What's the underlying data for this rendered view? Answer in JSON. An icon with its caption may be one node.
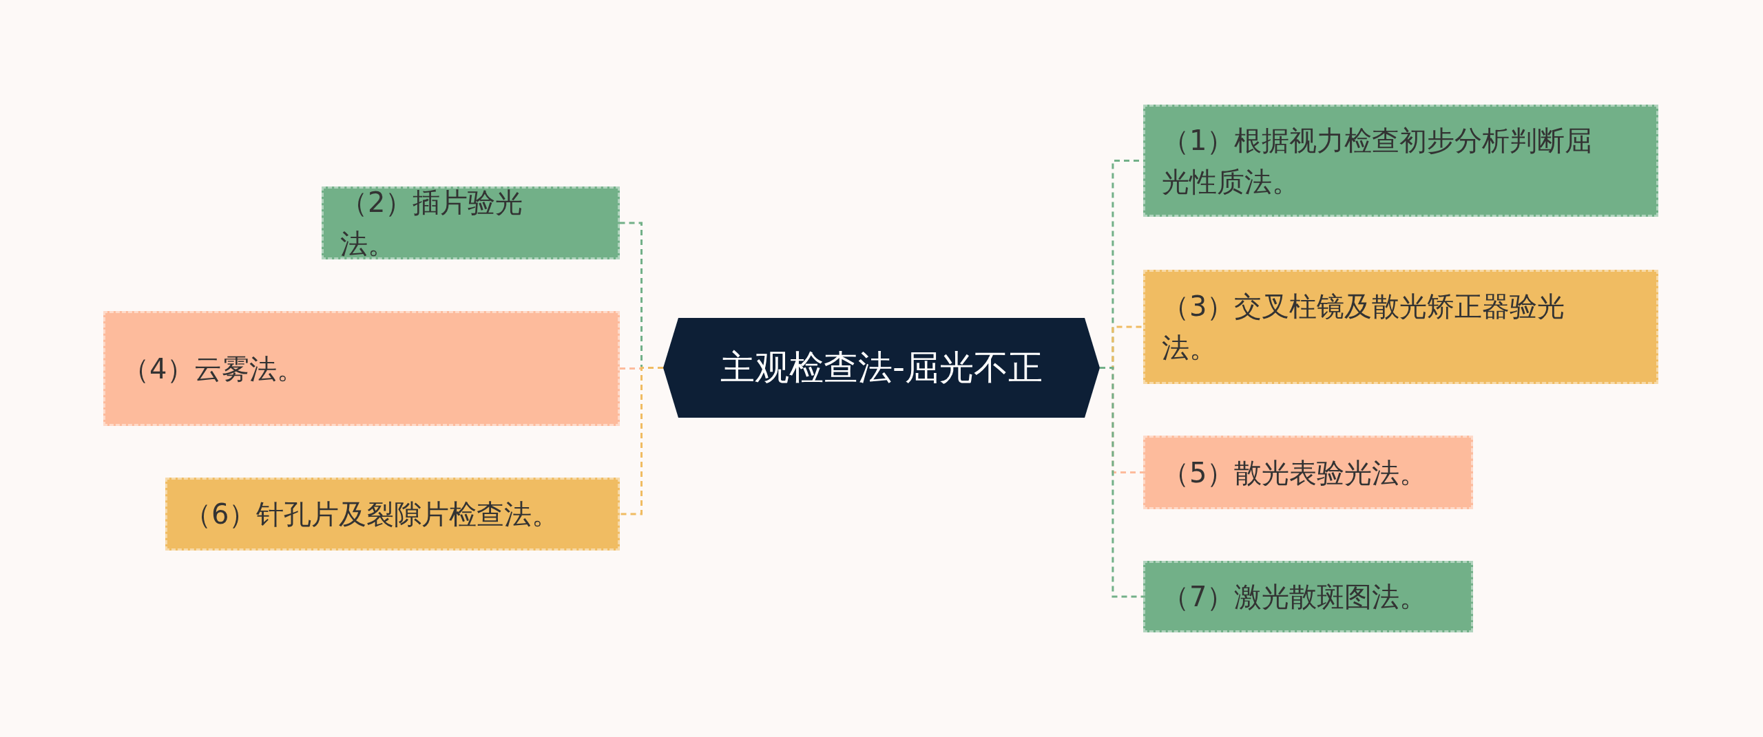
{
  "diagram": {
    "nodes": [
      {
        "text": [
          "主观检查法-屈光不正"
        ]
      },
      {
        "text": [
          "（1）根据视力检查初步分析判断屈光性质法。"
        ]
      },
      {
        "text": [
          "（2）插片验光法。"
        ]
      },
      {
        "text": [
          "（3）交叉柱镜及散光矫正器验光法。"
        ]
      },
      {
        "text": [
          "（4）云雾法。"
        ]
      },
      {
        "text": [
          "（5）散光表验光法。"
        ]
      },
      {
        "text": [
          "（6）针孔片及裂隙片检查法。"
        ]
      },
      {
        "text": [
          "（7）激光散斑图法。"
        ]
      }
    ],
    "edges": [
      {
        "from": 0,
        "to": 1,
        "arrow": "none",
        "style": "dashed",
        "color": "#72b088"
      },
      {
        "from": 0,
        "to": 2,
        "arrow": "none",
        "style": "dashed",
        "color": "#72b088"
      },
      {
        "from": 0,
        "to": 3,
        "arrow": "none",
        "style": "dashed",
        "color": "#f0bc62"
      },
      {
        "from": 0,
        "to": 4,
        "arrow": "none",
        "style": "dashed",
        "color": "#fdbb9c"
      },
      {
        "from": 0,
        "to": 5,
        "arrow": "none",
        "style": "dashed",
        "color": "#fdbb9c"
      },
      {
        "from": 0,
        "to": 6,
        "arrow": "none",
        "style": "dashed",
        "color": "#f0bc62"
      },
      {
        "from": 0,
        "to": 7,
        "arrow": "none",
        "style": "dashed",
        "color": "#72b088"
      }
    ]
  }
}
